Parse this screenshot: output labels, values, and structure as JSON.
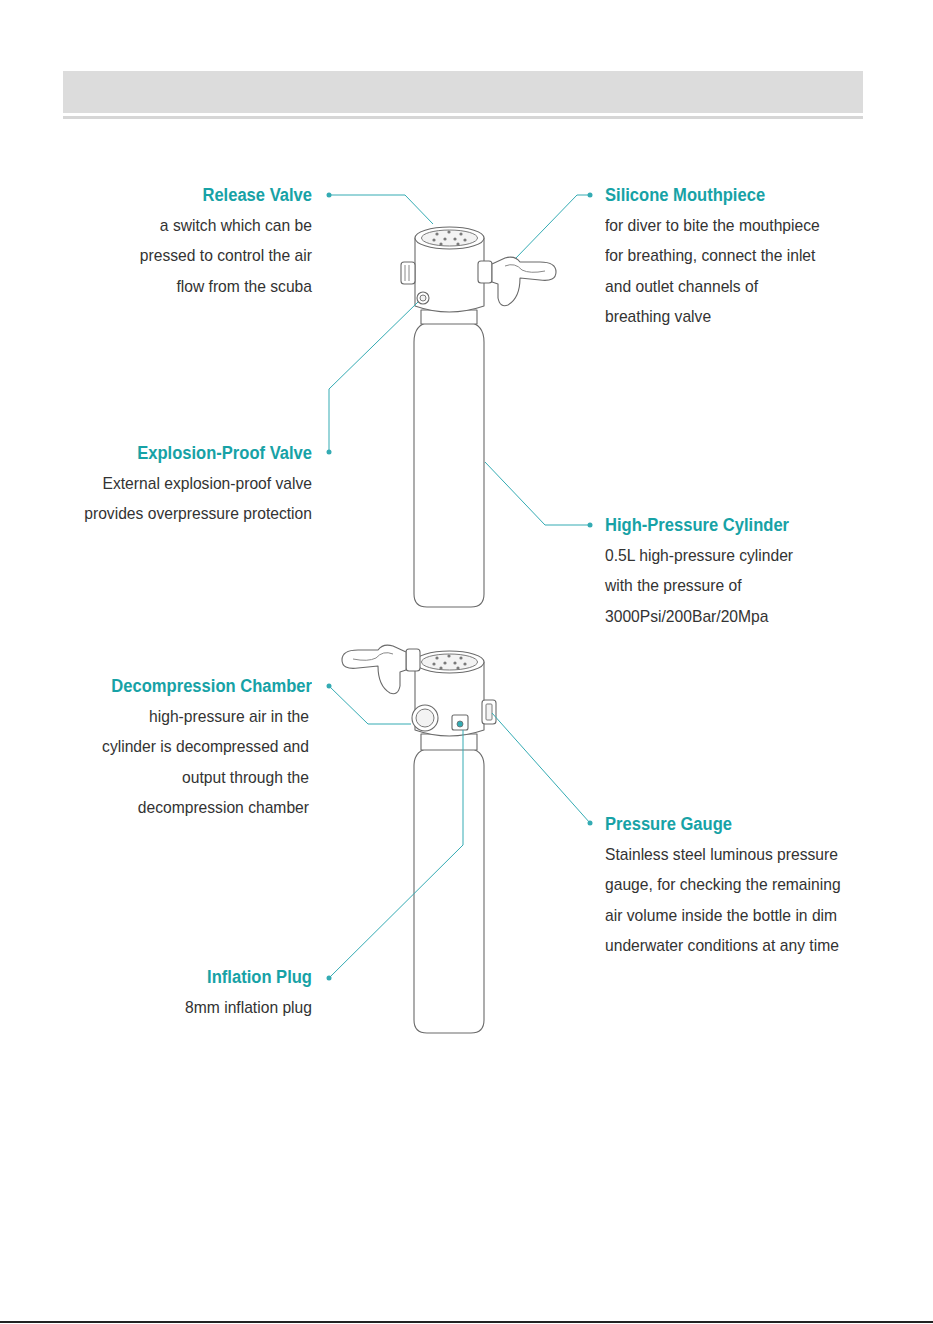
{
  "diagram": {
    "labels": [
      "Release Valve",
      "a switch which can be pressed to control the air flow from the scuba",
      "Silicone Mouthpiece",
      "for diver to bite the mouthpiece for breathing, connect the inlet and outlet channels of breathing valve",
      "Explosion-Proof Valve",
      "External explosion-proof valve provides overpressure protection",
      "High-Pressure Cylinder",
      "0.5L high-pressure cylinder with the pressure of 3000Psi/200Bar/20Mpa",
      "Decompression Chamber",
      "high-pressure air in the cylinder is decompressed and output through the decompression chamber",
      "Pressure Gauge",
      "Stainless steel luminous pressure gauge, for checking the remaining air volume inside the bottle in dim underwater conditions at any time",
      "Inflation Plug",
      "8mm inflation plug"
    ]
  }
}
